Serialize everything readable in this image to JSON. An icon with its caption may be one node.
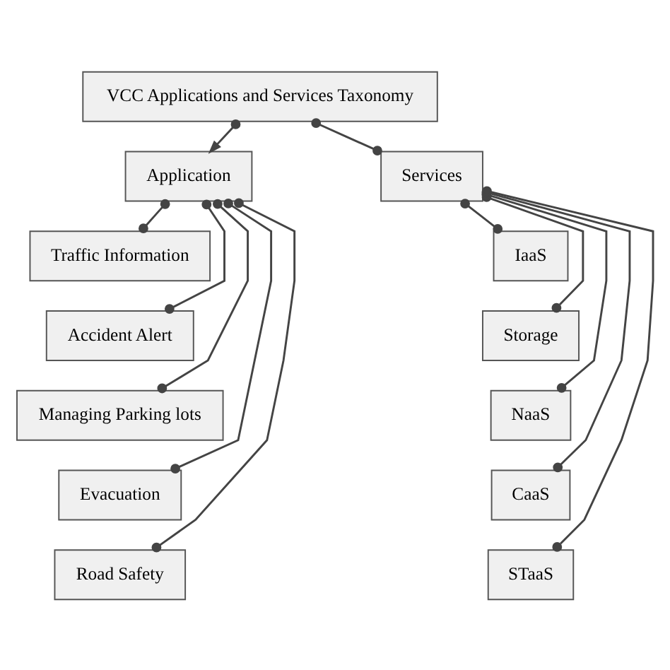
{
  "diagram": {
    "nodes": [
      {
        "text": [
          "VCC Applications and Services Taxonomy"
        ]
      },
      {
        "text": [
          "Application"
        ]
      },
      {
        "text": [
          "Services"
        ]
      },
      {
        "text": [
          "Traffic Information"
        ]
      },
      {
        "text": [
          "Accident Alert"
        ]
      },
      {
        "text": [
          "Managing Parking lots"
        ]
      },
      {
        "text": [
          "Evacuation"
        ]
      },
      {
        "text": [
          "Road Safety"
        ]
      },
      {
        "text": [
          "IaaS"
        ]
      },
      {
        "text": [
          "Storage"
        ]
      },
      {
        "text": [
          "NaaS"
        ]
      },
      {
        "text": [
          "CaaS"
        ]
      },
      {
        "text": [
          "STaaS"
        ]
      }
    ],
    "edges": [
      {
        "from": 0,
        "to": 1,
        "arrow": "to"
      },
      {
        "from": 0,
        "to": 2,
        "arrow": "other"
      },
      {
        "from": 1,
        "to": 3,
        "arrow": "other"
      },
      {
        "from": 1,
        "to": 4,
        "arrow": "other"
      },
      {
        "from": 1,
        "to": 5,
        "arrow": "other"
      },
      {
        "from": 1,
        "to": 6,
        "arrow": "other"
      },
      {
        "from": 1,
        "to": 7,
        "arrow": "other"
      },
      {
        "from": 2,
        "to": 8,
        "arrow": "other"
      },
      {
        "from": 2,
        "to": 9,
        "arrow": "other"
      },
      {
        "from": 2,
        "to": 10,
        "arrow": "other"
      },
      {
        "from": 2,
        "to": 11,
        "arrow": "other"
      },
      {
        "from": 2,
        "to": 12,
        "arrow": "other"
      }
    ]
  }
}
